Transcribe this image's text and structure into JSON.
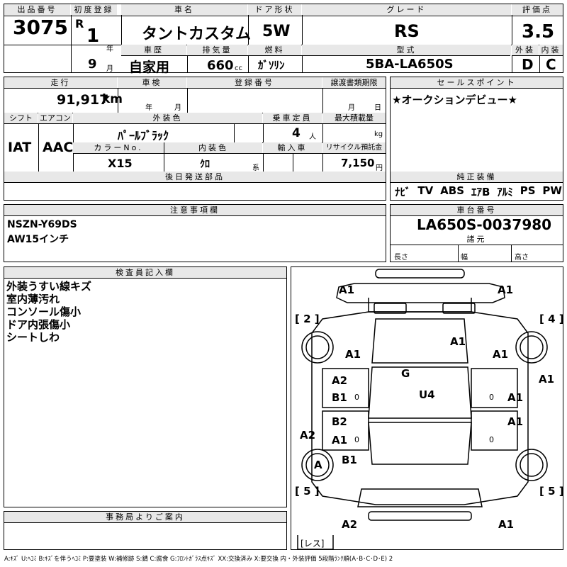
{
  "top": {
    "lot_no_label": "出品番号",
    "lot_no": "3075",
    "first_reg_label": "初度登録",
    "era": "R",
    "year": "1",
    "year_unit": "年",
    "month": "9",
    "month_unit": "月",
    "car_name_label": "車名",
    "car_name": "タントカスタム",
    "door_label": "ドア形状",
    "door": "5W",
    "grade_label": "グレード",
    "grade": "RS",
    "score_label": "評価点",
    "score": "3.5",
    "history_label": "車歴",
    "history": "自家用",
    "displacement_label": "排気量",
    "displacement": "660",
    "displacement_unit": "cc",
    "fuel_label": "燃料",
    "fuel": "ｶﾞｿﾘﾝ",
    "model_label": "型式",
    "model": "5BA-LA650S",
    "exterior_label": "外装",
    "exterior": "D",
    "interior_label": "内装",
    "interior": "C"
  },
  "second": {
    "mileage_label": "走行",
    "mileage": "91,917",
    "mileage_unit": "km",
    "inspection_label": "車検",
    "insp_year_unit": "年",
    "insp_month_unit": "月",
    "reg_no_label": "登録番号",
    "transfer_label": "譲渡書類期限",
    "transfer_month_unit": "月",
    "transfer_day_unit": "日",
    "shift_label": "シフト",
    "shift": "IAT",
    "ac_label": "エアコン",
    "ac": "AAC",
    "color_label": "外装色",
    "color": "ﾊﾟｰﾙﾌﾞﾗｯｸ",
    "capacity_label": "乗車定員",
    "capacity": "4",
    "capacity_unit": "人",
    "max_load_label": "最大積載量",
    "max_load_unit": "kg",
    "color_no_label": "カラーNo.",
    "color_no": "X15",
    "int_color_label": "内装色",
    "int_color": "ｸﾛ",
    "int_color_unit": "系",
    "import_label": "輸入車",
    "recycle_label": "リサイクル預託金",
    "recycle": "7,150",
    "recycle_unit": "円",
    "later_parts_label": "後日発送部品"
  },
  "sales_point": {
    "label": "セールスポイント",
    "text": "★オークションデビュー★"
  },
  "equipment": {
    "label": "純正装備",
    "items": [
      "ﾅﾋﾞ",
      "TV",
      "ABS",
      "ｴｱB",
      "ｱﾙﾐ",
      "PS",
      "PW"
    ]
  },
  "notes": {
    "label": "注意事項欄",
    "lines": [
      "NSZN-Y69DS",
      "AW15インチ"
    ]
  },
  "chassis": {
    "label": "車台番号",
    "number": "LA650S-0037980"
  },
  "specs": {
    "label": "諸元",
    "length": "長さ",
    "width": "幅",
    "height": "高さ"
  },
  "inspector": {
    "label": "検査員記入欄",
    "lines": [
      "外装うすい線キズ",
      "室内薄汚れ",
      "コンソール傷小",
      "ドア内張傷小",
      "シートしわ"
    ]
  },
  "office": {
    "label": "事務局よりご案内"
  },
  "diagram": {
    "marks": [
      "A1",
      "A1",
      "A1",
      "A1",
      "A1",
      "A2",
      "B1",
      "G",
      "U4",
      "A1",
      "A1",
      "B2",
      "A1",
      "A1",
      "A2",
      "A",
      "B1",
      "A2",
      "A1"
    ],
    "tires": [
      "2",
      "4",
      "5",
      "5"
    ],
    "spare": "レス",
    "zeros": [
      "0",
      "0",
      "0",
      "0"
    ]
  },
  "legend": "A:ｷｽﾞ  U:ﾍｺﾐ B:ｷｽﾞを伴うﾍｺﾐ P:要塗装 W:補修跡 S:錆 C:腐食 G:ﾌﾛﾝﾄｶﾞﾗｽ点ｷｽﾞ XX:交換済み X:要交換  内・外装評価  5段階ﾗﾝｸ順(A･B･C･D･E) 2"
}
